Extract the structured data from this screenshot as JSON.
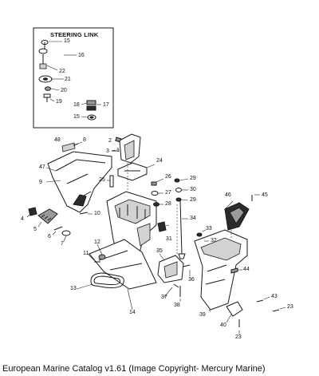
{
  "inset": {
    "title": "STEERING LINK"
  },
  "caption": "European Marine Catalog v1.61 (Image Copyright- Mercury Marine)",
  "inset_labels": [
    "15",
    "16",
    "22",
    "21",
    "20",
    "19",
    "18",
    "17",
    "15"
  ],
  "main_labels": [
    "2",
    "3",
    "1",
    "48",
    "8",
    "24",
    "47",
    "9",
    "25",
    "26",
    "29",
    "27",
    "30",
    "28",
    "29",
    "46",
    "45",
    "4",
    "10",
    "34",
    "5",
    "6",
    "7",
    "31",
    "33",
    "32",
    "12",
    "11",
    "35",
    "44",
    "13",
    "36",
    "14",
    "37",
    "38",
    "43",
    "39",
    "23",
    "40",
    "23"
  ]
}
